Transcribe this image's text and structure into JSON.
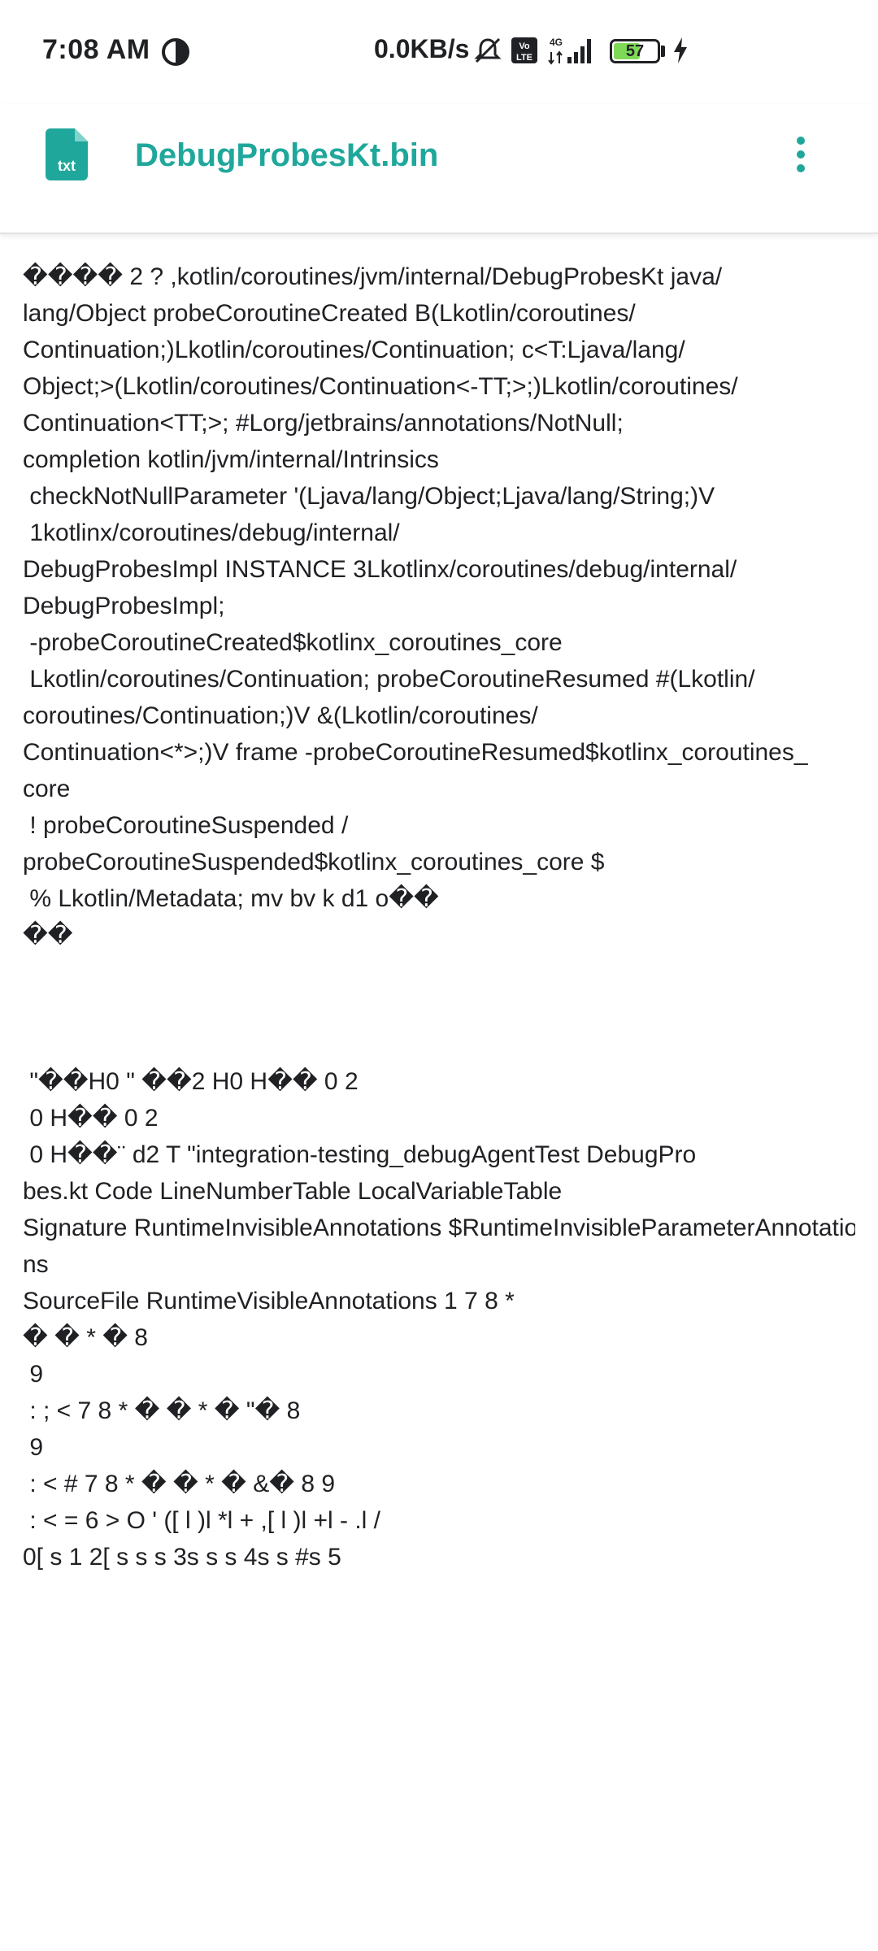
{
  "status_bar": {
    "time": "7:08 AM",
    "network_speed": "0.0KB/s",
    "battery_level": "57",
    "icons": [
      "face-icon",
      "silent-icon",
      "volte-icon",
      "4g-signal-icon",
      "battery-icon",
      "charging-icon"
    ]
  },
  "app_bar": {
    "title": "DebugProbesKt.bin",
    "file_icon_label": "txt",
    "accent_color": "#20a79b"
  },
  "content": {
    "lines": [
      "���� 2 ? ,kotlin/coroutines/jvm/internal/DebugProbesKt java/",
      "lang/Object probeCoroutineCreated B(Lkotlin/coroutines/",
      "Continuation;)Lkotlin/coroutines/Continuation; c<T:Ljava/lang/",
      "Object;>(Lkotlin/coroutines/Continuation<-TT;>;)Lkotlin/coroutines/",
      "Continuation<TT;>; #Lorg/jetbrains/annotations/NotNull;",
      "completion kotlin/jvm/internal/Intrinsics",
      " checkNotNullParameter '(Ljava/lang/Object;Ljava/lang/String;)V",
      " 1kotlinx/coroutines/debug/internal/",
      "DebugProbesImpl INSTANCE 3Lkotlinx/coroutines/debug/internal/",
      "DebugProbesImpl;",
      " -probeCoroutineCreated$kotlinx_coroutines_core",
      " Lkotlin/coroutines/Continuation; probeCoroutineResumed #(Lkotlin/",
      "coroutines/Continuation;)V &(Lkotlin/coroutines/",
      "Continuation<*>;)V frame -probeCoroutineResumed$kotlinx_coroutines_",
      "core",
      " ! probeCoroutineSuspended /",
      "probeCoroutineSuspended$kotlinx_coroutines_core $",
      " % Lkotlin/Metadata; mv bv k d1 o��",
      "��",
      "",
      "",
      "",
      " \"��H0 \" ��2 H0 H�� 0 2",
      " 0 H�� 0 2",
      " 0 H��¨ d2 T \"integration-testing_debugAgentTest DebugPro",
      "bes.kt Code LineNumberTable LocalVariableTable",
      "Signature RuntimeInvisibleAnnotations $RuntimeInvisibleParameterAnnotatio",
      "ns",
      "SourceFile RuntimeVisibleAnnotations 1 7 8 *",
      "� � * � 8",
      " 9",
      " : ; < 7 8 * � � * � \"� 8",
      " 9",
      " : < # 7 8 * � � * � &� 8 9",
      " : < = 6 > O ' ([ l )l *l + ,[ l )l +l - .l /",
      "0[ s 1 2[ s s s 3s s s 4s s #s 5"
    ]
  }
}
